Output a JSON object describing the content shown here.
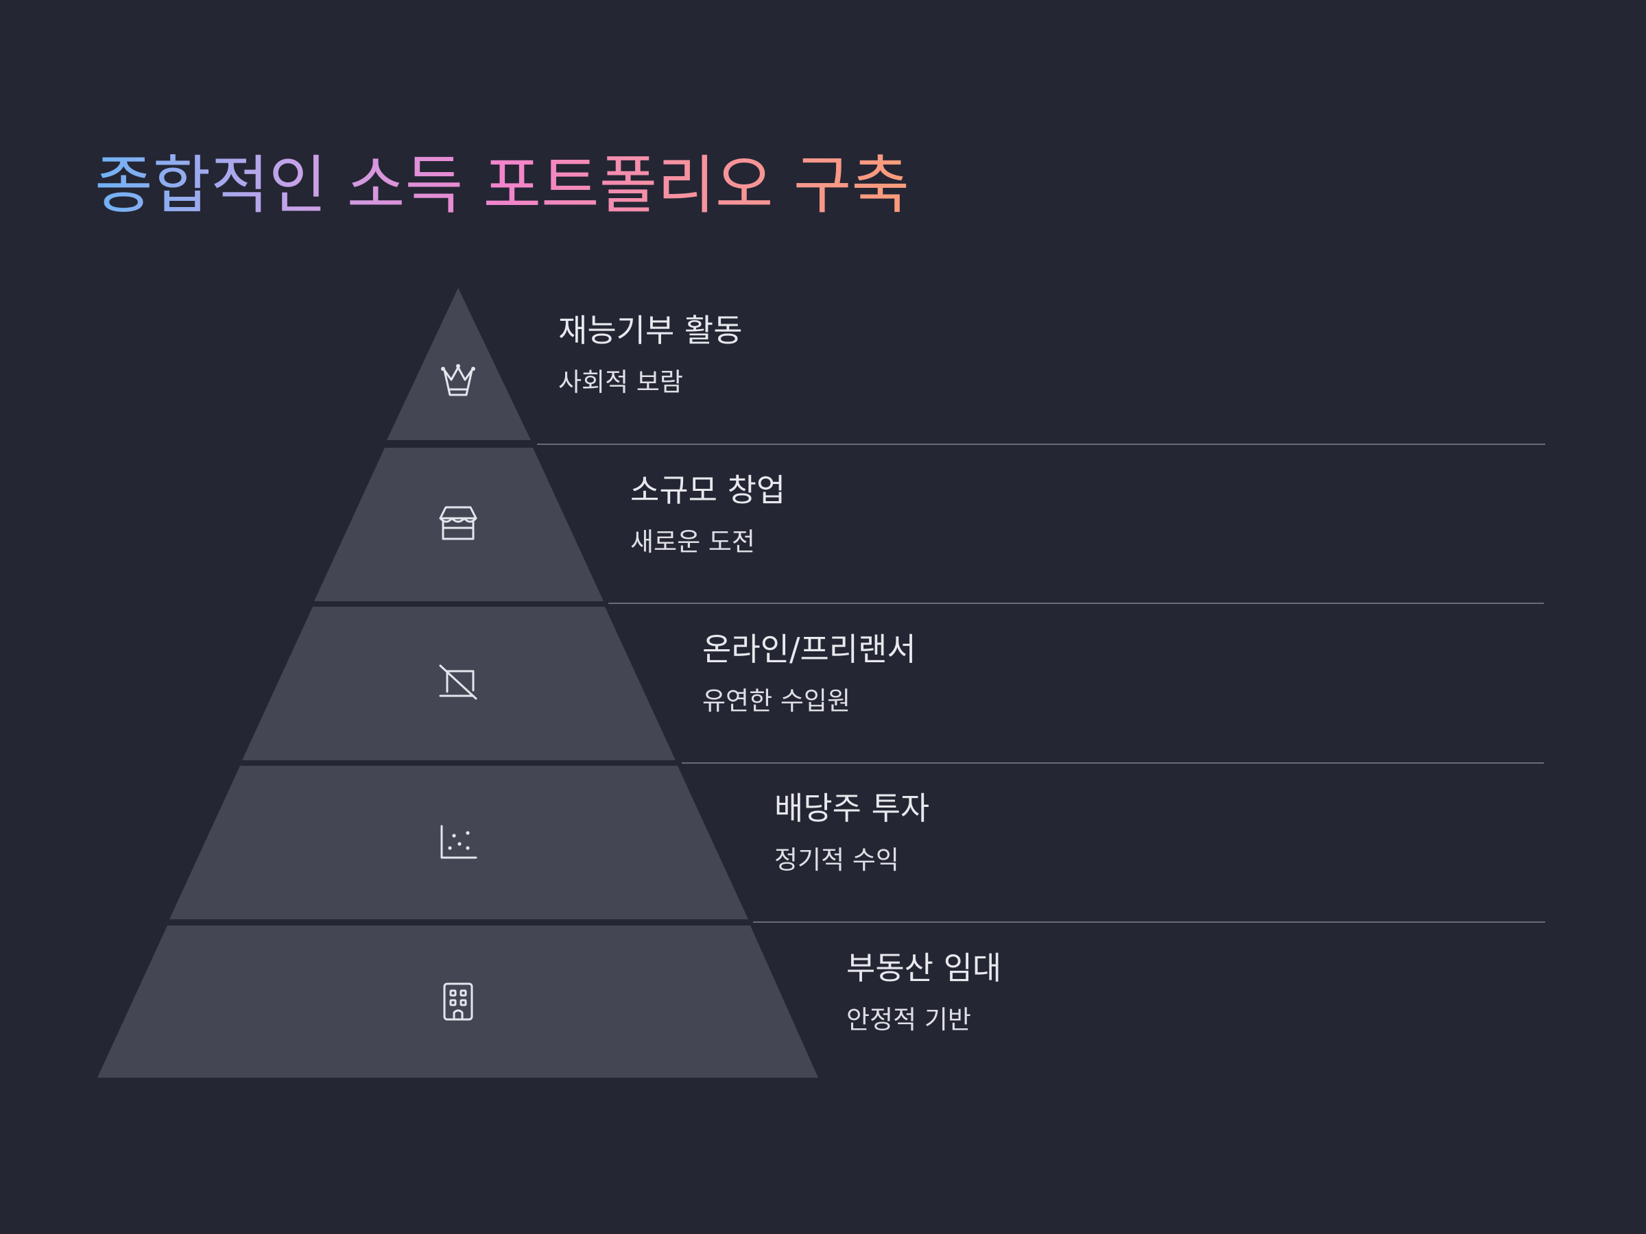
{
  "title": "종합적인 소득 포트폴리오 구축",
  "colors": {
    "background": "#242633",
    "tier_fill": "#444653",
    "icon_stroke": "#e4e6ee",
    "divider": "#6a6c78",
    "text": "#e8e9ee",
    "title_gradient": [
      "#6fb3f5",
      "#c7a2e8",
      "#f184cc",
      "#f691a4",
      "#f99c7a"
    ]
  },
  "tiers": [
    {
      "title": "재능기부 활동",
      "subtitle": "사회적 보람",
      "icon": "crown-icon"
    },
    {
      "title": "소규모 창업",
      "subtitle": "새로운 도전",
      "icon": "store-icon"
    },
    {
      "title": "온라인/프리랜서",
      "subtitle": "유연한 수입원",
      "icon": "laptop-off-icon"
    },
    {
      "title": "배당주 투자",
      "subtitle": "정기적 수익",
      "icon": "scatter-chart-icon"
    },
    {
      "title": "부동산 임대",
      "subtitle": "안정적 기반",
      "icon": "building-icon"
    }
  ]
}
